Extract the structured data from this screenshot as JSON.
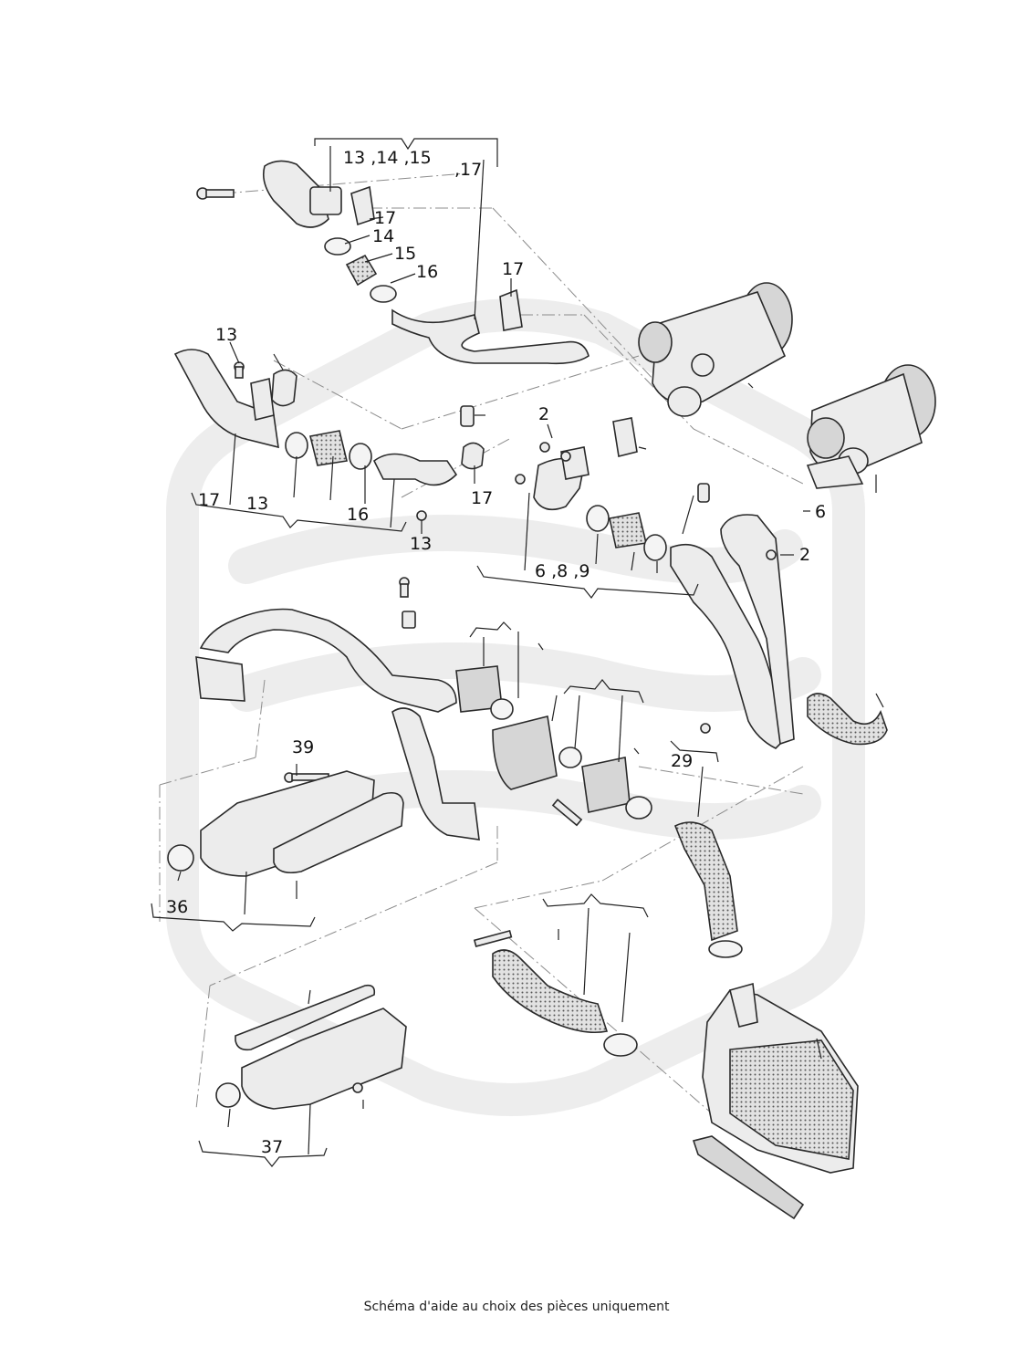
{
  "callouts": [
    {
      "id": "c-13-14-15",
      "text": "13 ,14 ,15"
    },
    {
      "id": "c-17-top",
      "text": ",17"
    },
    {
      "id": "c-17-gasket",
      "text": "17"
    },
    {
      "id": "c-14",
      "text": "14"
    },
    {
      "id": "c-15",
      "text": "15"
    },
    {
      "id": "c-16-top",
      "text": "16"
    },
    {
      "id": "c-17-right",
      "text": "17"
    },
    {
      "id": "c-13-bolt",
      "text": "13"
    },
    {
      "id": "c-17-left",
      "text": "17"
    },
    {
      "id": "c-13-left",
      "text": "13"
    },
    {
      "id": "c-16-left",
      "text": "16"
    },
    {
      "id": "c-17-mid",
      "text": "17"
    },
    {
      "id": "c-13-bottom",
      "text": "13"
    },
    {
      "id": "c-2-top",
      "text": "2"
    },
    {
      "id": "c-6",
      "text": "6"
    },
    {
      "id": "c-2-right",
      "text": "2"
    },
    {
      "id": "c-6-8-9",
      "text": "6 ,8 ,9"
    },
    {
      "id": "c-39",
      "text": "39"
    },
    {
      "id": "c-29",
      "text": "29"
    },
    {
      "id": "c-36",
      "text": "36"
    },
    {
      "id": "c-37",
      "text": "37"
    }
  ],
  "caption": "Schéma d'aide au choix des pièces uniquement"
}
